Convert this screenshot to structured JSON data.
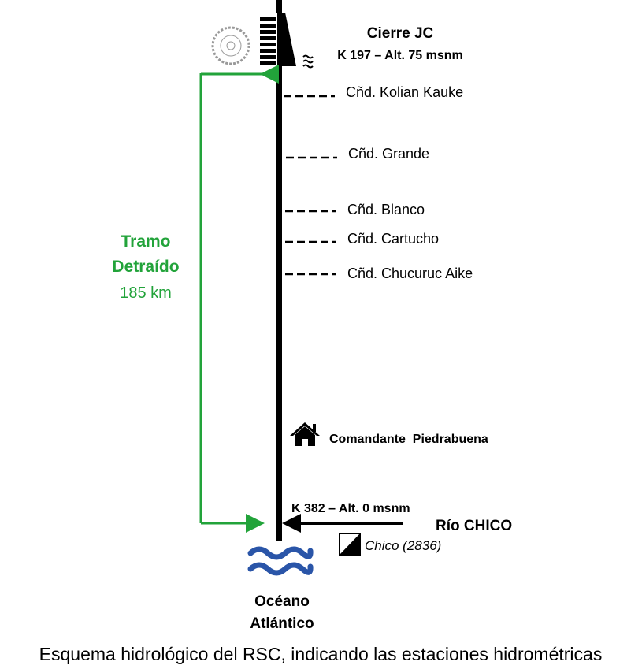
{
  "dam": {
    "name": "Cierre JC",
    "location": "K 197 – Alt. 75 msnm"
  },
  "reach": {
    "line1": "Tramo",
    "line2": "Detraído",
    "length": "185 km"
  },
  "tributaries": [
    "Cñd. Kolian Kauke",
    "Cñd. Grande",
    "Cñd. Blanco",
    "Cñd. Cartucho",
    "Cñd. Chucuruc Aike"
  ],
  "town": "Comandante  Piedrabuena",
  "mouth": {
    "location": "K 382 – Alt. 0 msnm",
    "tributary": "Río CHICO",
    "station": "Chico (2836)"
  },
  "ocean": {
    "line1": "Océano",
    "line2": "Atlántico"
  },
  "caption": "Esquema hidrológico del RSC, indicando las estaciones hidrométricas",
  "colors": {
    "river": "#000000",
    "reach": "#22a33a",
    "ocean": "#2a55a8"
  }
}
